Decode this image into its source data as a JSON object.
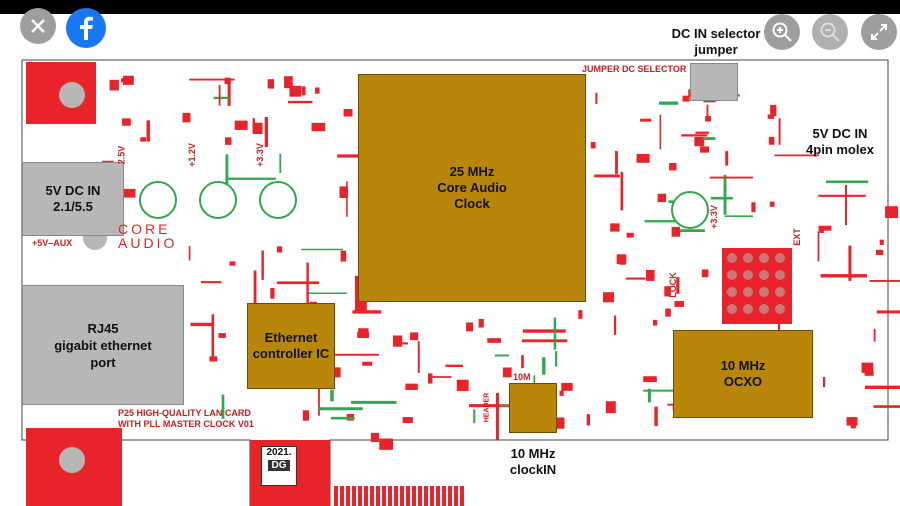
{
  "viewer": {
    "close_icon": "close-icon",
    "facebook_icon": "facebook-logo-icon",
    "zoom_in_icon": "zoom-in-icon",
    "zoom_out_icon": "zoom-out-icon",
    "expand_icon": "expand-icon",
    "colors": {
      "bar": "#000000",
      "button": "#9e9e9e",
      "facebook": "#1877f2"
    }
  },
  "board": {
    "colors": {
      "copper": "#e8232a",
      "trace_green": "#2fa84f",
      "chip": "#b8860b",
      "label_box": "#b7b7b7"
    },
    "chips": {
      "core_clock": "25 MHz\nCore Audio\nClock",
      "ethernet_ic": "Ethernet\ncontroller IC",
      "ocxo": "10 MHz\nOCXO"
    },
    "boxes": {
      "dc_in": "5V DC IN\n2.1/5.5",
      "rj45": "RJ45\ngigabit ethernet\nport"
    },
    "callouts": {
      "dc_selector": "DC IN selector\njumper",
      "molex": "5V DC IN\n4pin molex",
      "clock_in": "10 MHz\nclockIN"
    },
    "silkscreen": {
      "jumper_dc": "JUMPER DC SELECTOR",
      "logo": "CORE\nAUDIO",
      "aux": "+5V–AUX",
      "v25": "2.5V",
      "v12": "+1.2V",
      "v33a": "+3.3V",
      "v33b": "+3.3V",
      "lock": "LOCK",
      "ext": "EXT",
      "m10": "10M",
      "header": "HEADER",
      "board_title": "P25 HIGH-QUALITY LAN CARD\nWITH PLL MASTER CLOCK V01",
      "year": "2021.",
      "initials": "DG"
    }
  }
}
